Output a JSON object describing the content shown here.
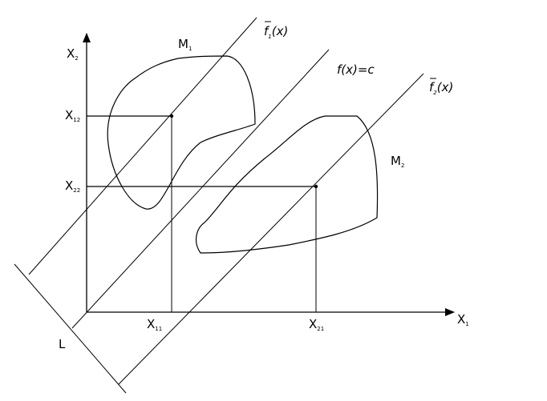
{
  "axes": {
    "x_symbol": "X",
    "x_index": "1",
    "y_symbol": "X",
    "y_index": "2"
  },
  "sets": {
    "m1_symbol": "M",
    "m1_index": "1",
    "m2_symbol": "M",
    "m2_index": "2"
  },
  "points": {
    "x11_symbol": "X",
    "x11_index": "11",
    "x12_symbol": "X",
    "x12_index": "12",
    "x21_symbol": "X",
    "x21_index": "21",
    "x22_symbol": "X",
    "x22_index": "22"
  },
  "lines": {
    "f1_symbol": "f",
    "f1_index": "1",
    "f1_arg": "(x)",
    "center_label": "f(x)=c",
    "f2_symbol": "f",
    "f2_index": "2",
    "f2_arg": "(x)",
    "normal_label": "L"
  },
  "colors": {
    "ink": "#000000",
    "background": "#ffffff"
  }
}
